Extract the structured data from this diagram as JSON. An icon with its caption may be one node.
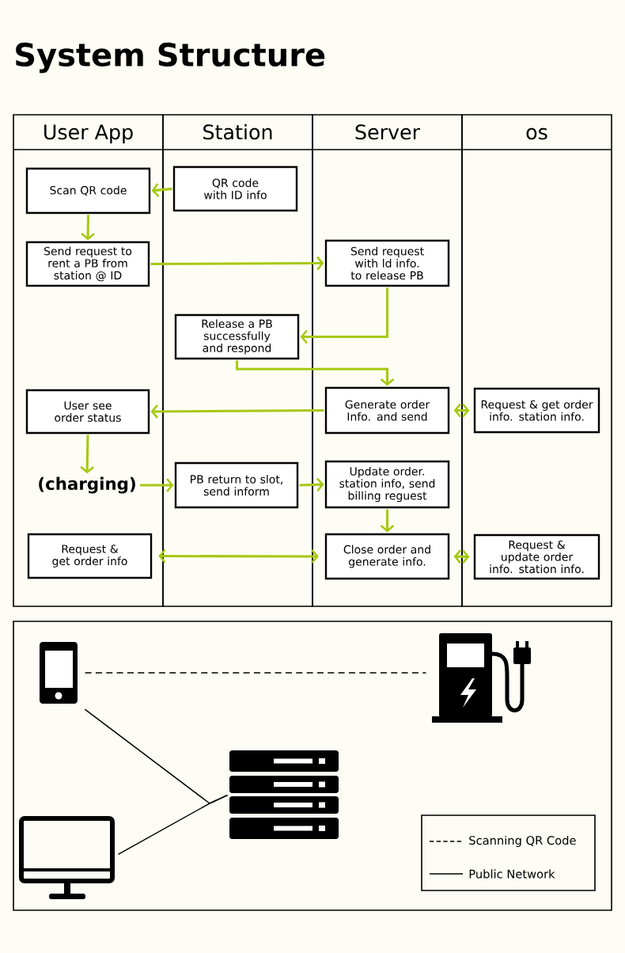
{
  "diagram": {
    "title": "System Structure",
    "nodes": [
      {
        "text": [
          "User App"
        ]
      },
      {
        "text": [
          "Station"
        ]
      },
      {
        "text": [
          "Server"
        ]
      },
      {
        "text": [
          "os"
        ]
      },
      {
        "text": [
          "Scan QR code"
        ],
        "in": 0
      },
      {
        "text": [
          "QR code with ID info"
        ],
        "in": 1
      },
      {
        "text": [
          "Send request to rent a PB from station @ ID"
        ],
        "in": 0
      },
      {
        "text": [
          "Send request with ld info. to release PB"
        ],
        "in": 2
      },
      {
        "text": [
          "Release a PB successfully and respond"
        ],
        "in": 1
      },
      {
        "text": [
          "User see order status"
        ],
        "in": 0
      },
      {
        "text": [
          "Generate order Info. and send"
        ],
        "in": 2
      },
      {
        "text": [
          "Request & get order info. station info."
        ],
        "in": 3
      },
      {
        "text": [
          "(charging)"
        ],
        "in": 0
      },
      {
        "text": [
          "PB return to slot, send inform"
        ],
        "in": 1
      },
      {
        "text": [
          "Update order. station info, send billing reguest"
        ],
        "in": 2
      },
      {
        "text": [
          "Request & get order info"
        ],
        "in": 0
      },
      {
        "text": [
          "Close order and generate info."
        ],
        "in": 2
      },
      {
        "text": [
          "Request & update order info. station info."
        ],
        "in": 3
      },
      {
        "text": [],
        "shape": "phone"
      },
      {
        "text": [],
        "shape": "charger"
      },
      {
        "text": [],
        "shape": "server"
      },
      {
        "text": [],
        "shape": "monitor"
      }
    ],
    "edges": [
      {
        "from": 5,
        "to": 4,
        "arrow": "to"
      },
      {
        "from": 4,
        "to": 6,
        "arrow": "to"
      },
      {
        "from": 6,
        "to": 7,
        "arrow": "to"
      },
      {
        "from": 7,
        "to": 8,
        "arrow": "to"
      },
      {
        "from": 8,
        "to": 10,
        "arrow": "to"
      },
      {
        "from": 10,
        "to": 9,
        "arrow": "to"
      },
      {
        "from": 10,
        "to": 11,
        "arrow": "both"
      },
      {
        "from": 9,
        "to": 12,
        "arrow": "to"
      },
      {
        "from": 12,
        "to": 13,
        "arrow": "to"
      },
      {
        "from": 13,
        "to": 14,
        "arrow": "to"
      },
      {
        "from": 14,
        "to": 16,
        "arrow": "to"
      },
      {
        "from": 15,
        "to": 16,
        "arrow": "both"
      },
      {
        "from": 16,
        "to": 17,
        "arrow": "both"
      },
      {
        "from": 18,
        "to": 19,
        "arrow": "none",
        "style": "dashed",
        "color": "#000000"
      },
      {
        "from": 18,
        "to": 20,
        "arrow": "none",
        "color": "#000000"
      },
      {
        "from": 21,
        "to": 20,
        "arrow": "none",
        "color": "#000000"
      }
    ],
    "legend": [
      {
        "text": "Scanning QR Code"
      },
      {
        "text": "Public Network"
      }
    ]
  }
}
